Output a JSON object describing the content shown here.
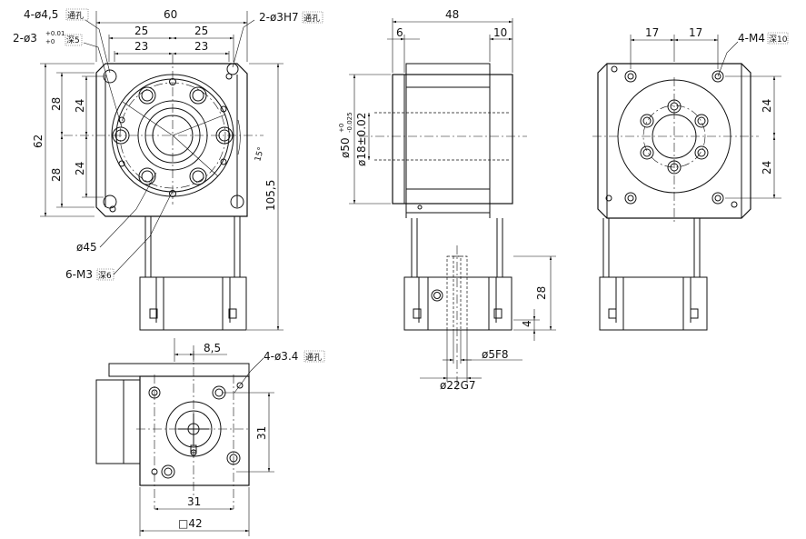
{
  "front_view": {
    "width": "60",
    "half_left": "25",
    "half_right": "25",
    "inner_left": "23",
    "inner_right": "23",
    "height": "62",
    "upper_28": "28",
    "lower_28": "28",
    "upper_24": "24",
    "lower_24": "24",
    "total_height": "105,5",
    "angle": "15°",
    "callout_holes_4": "4-ø4,5",
    "callout_holes_4_suffix": "通孔",
    "callout_pin": "2-ø3",
    "callout_pin_tol_top": "+0.01",
    "callout_pin_tol_bottom": "+0",
    "callout_pin_suffix": "深5",
    "callout_h7": "2-ø3H7",
    "callout_h7_suffix": "通孔",
    "callout_pcd": "ø45",
    "callout_m3": "6-M3",
    "callout_m3_suffix": "深6"
  },
  "side_view": {
    "width": "48",
    "left_offset": "6",
    "right_offset": "10",
    "dia_outer": "ø50",
    "dia_outer_tol_top": "+0",
    "dia_outer_tol_bottom": "-0.025",
    "dia_inner": "ø18±0.02",
    "shaft_28": "28",
    "shaft_4": "4",
    "shaft_dia": "ø5F8",
    "hub_dia": "ø22G7"
  },
  "rear_view": {
    "left_17": "17",
    "right_17": "17",
    "callout_m4": "4-M4",
    "callout_m4_suffix": "深10",
    "upper_24": "24",
    "lower_24": "24"
  },
  "bottom_view": {
    "offset": "8,5",
    "callout_holes": "4-ø3.4",
    "callout_holes_suffix": "通孔",
    "vertical_31": "31",
    "horizontal_31": "31",
    "square": "□42"
  }
}
